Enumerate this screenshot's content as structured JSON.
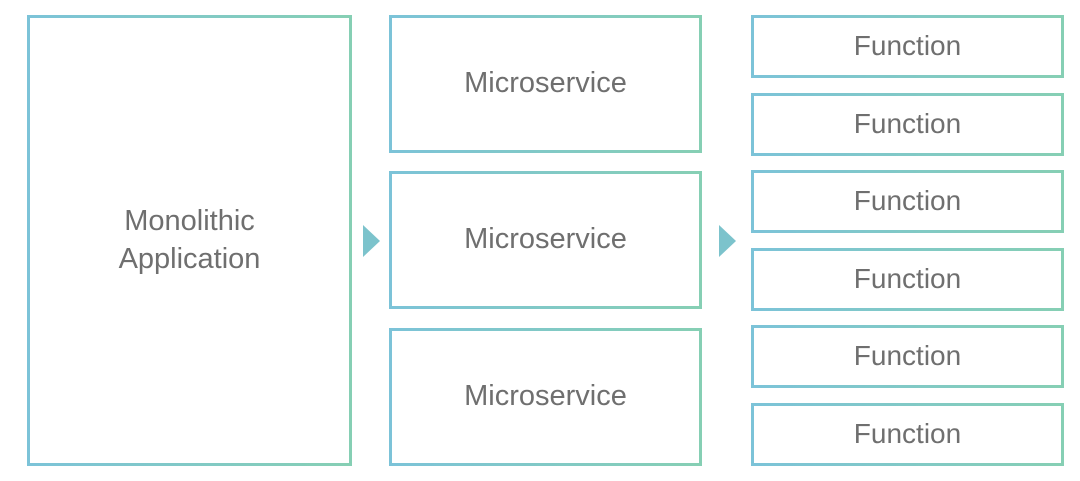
{
  "colors": {
    "border_start": "#7cc3d8",
    "border_end": "#86cfb4",
    "arrow": "#7cc3cc",
    "text": "#6f6f6f"
  },
  "monolith": {
    "label": "Monolithic Application"
  },
  "microservices": [
    {
      "label": "Microservice"
    },
    {
      "label": "Microservice"
    },
    {
      "label": "Microservice"
    }
  ],
  "functions": [
    {
      "label": "Function"
    },
    {
      "label": "Function"
    },
    {
      "label": "Function"
    },
    {
      "label": "Function"
    },
    {
      "label": "Function"
    },
    {
      "label": "Function"
    }
  ],
  "arrows": [
    {
      "icon": "triangle-right-icon"
    },
    {
      "icon": "triangle-right-icon"
    }
  ]
}
